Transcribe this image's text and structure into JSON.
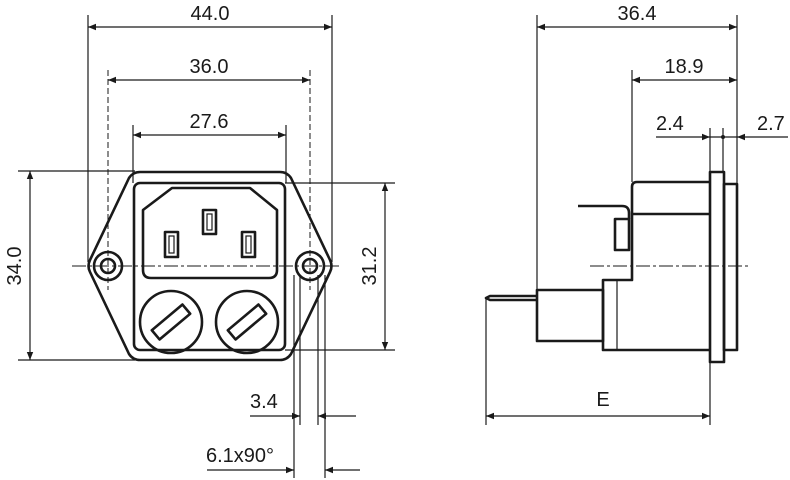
{
  "front_view": {
    "dims": {
      "overall_width": "44.0",
      "hole_spacing": "36.0",
      "cutout_width": "27.6",
      "overall_height": "34.0",
      "cutout_height": "31.2",
      "panel_thickness": "3.4",
      "hole_size": "6.1x90°"
    }
  },
  "side_view": {
    "dims": {
      "overall_depth": "36.4",
      "body_depth": "18.9",
      "flange_thickness": "2.4",
      "bezel_thickness": "2.7",
      "terminal_length": "E"
    }
  }
}
